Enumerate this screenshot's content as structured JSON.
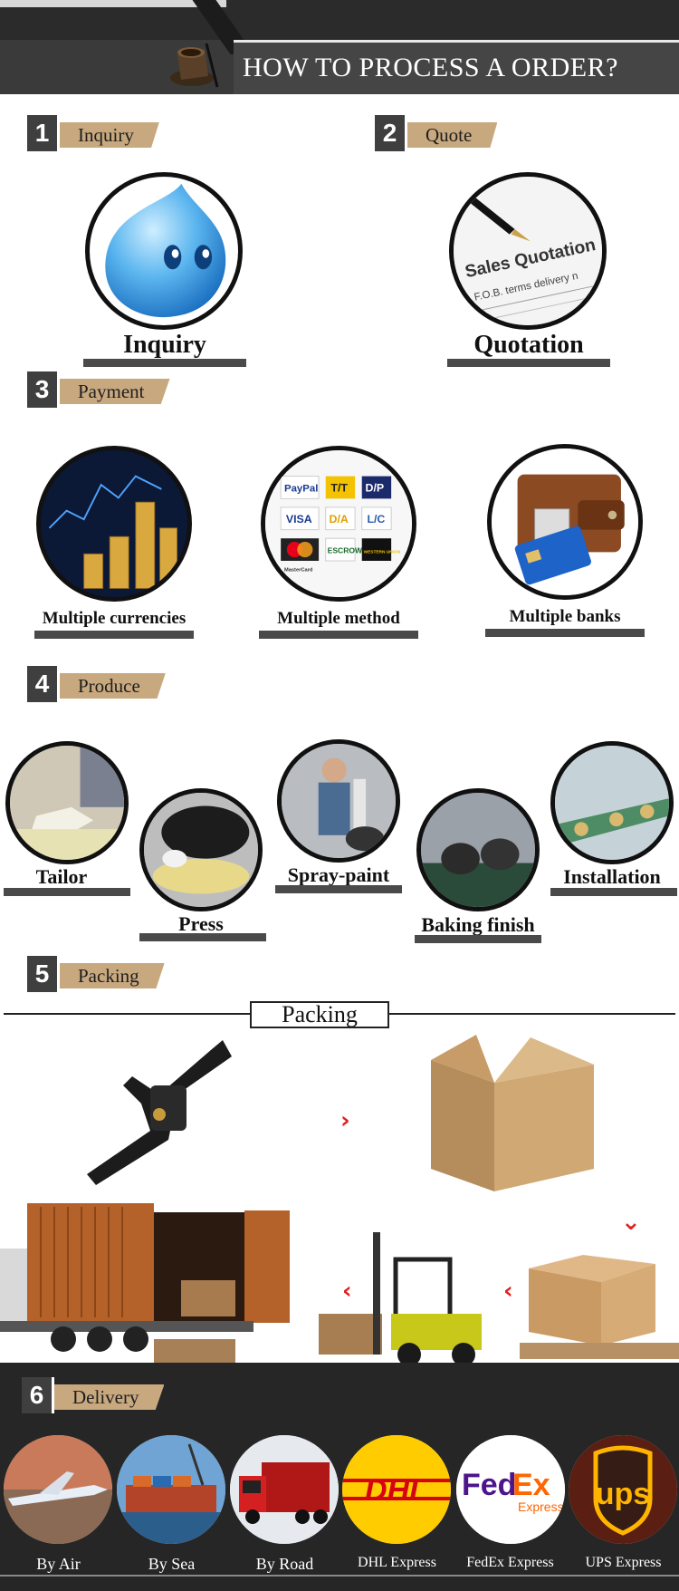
{
  "header": {
    "title": "HOW TO PROCESS A ORDER?"
  },
  "steps": [
    {
      "num": "1",
      "label": "Inquiry"
    },
    {
      "num": "2",
      "label": "Quote"
    },
    {
      "num": "3",
      "label": "Payment"
    },
    {
      "num": "4",
      "label": "Produce"
    },
    {
      "num": "5",
      "label": "Packing"
    },
    {
      "num": "6",
      "label": "Delivery"
    }
  ],
  "inquiry": {
    "caption": "Inquiry"
  },
  "quote": {
    "caption": "Quotation",
    "paper_title": "Sales Quotation",
    "paper_line": "F.O.B. terms delivery n"
  },
  "payment": {
    "items": [
      {
        "caption": "Multiple currencies"
      },
      {
        "caption": "Multiple method"
      },
      {
        "caption": "Multiple banks"
      }
    ],
    "methods": [
      "PayPal",
      "T/T",
      "D/P",
      "VISA",
      "D/A",
      "L/C",
      "MasterCard",
      "ESCROW",
      "WESTERN UNION"
    ]
  },
  "produce": {
    "items": [
      {
        "caption": "Tailor"
      },
      {
        "caption": "Press"
      },
      {
        "caption": "Spray-paint"
      },
      {
        "caption": "Baking finish"
      },
      {
        "caption": "Installation"
      }
    ]
  },
  "packing": {
    "title": "Packing",
    "arrow": "›",
    "arrow_left": "‹",
    "arrow_down": "⌄"
  },
  "delivery": {
    "items": [
      {
        "label": "By Air"
      },
      {
        "label": "By Sea"
      },
      {
        "label": "By Road"
      },
      {
        "label": "DHL Express",
        "logo": "DHL"
      },
      {
        "label": "FedEx Express",
        "logo_fed": "Fed",
        "logo_ex": "Ex",
        "logo_sub": "Express"
      },
      {
        "label": "UPS Express",
        "logo": "ups"
      }
    ]
  },
  "colors": {
    "tag": "#c8a87e",
    "dark": "#3f3f3f",
    "arrow": "#e02020",
    "dhl_yellow": "#ffcc00",
    "dhl_red": "#d40511",
    "fedex_purple": "#4d148c",
    "fedex_orange": "#ff6600",
    "ups_brown": "#351c15",
    "ups_gold": "#ffb500"
  }
}
